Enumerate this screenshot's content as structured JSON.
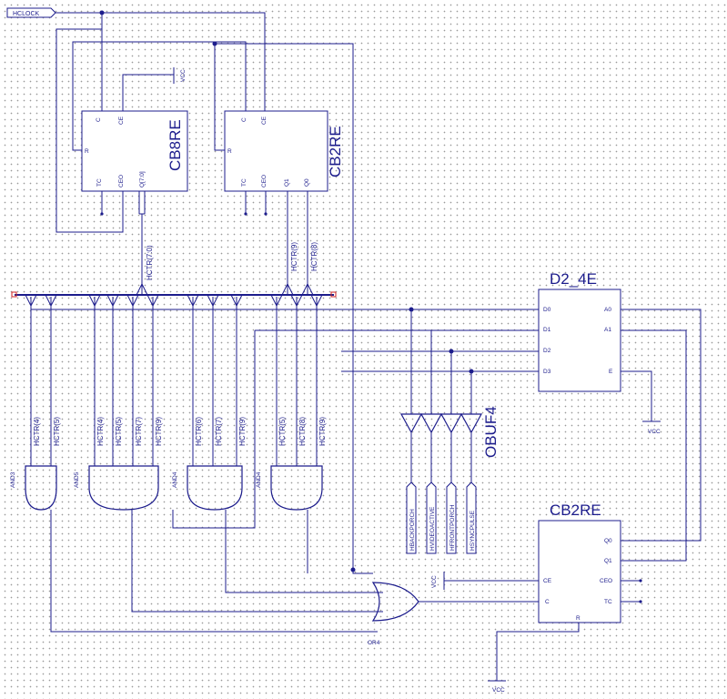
{
  "colors": {
    "wire": "#1c1c8c",
    "grid_dot": "#9a9a9a",
    "background": "#ffffff",
    "bus_end": "#cc2222"
  },
  "input_port": {
    "label": "HCLOCK"
  },
  "vcc_label": "VCC",
  "components": {
    "cb8re": {
      "title": "CB8RE",
      "pins": {
        "c": "C",
        "ce": "CE",
        "r": "R",
        "tc": "TC",
        "ceo": "CEO",
        "q": "Q[7:0]"
      }
    },
    "cb2re_top": {
      "title": "CB2RE",
      "pins": {
        "c": "C",
        "ce": "CE",
        "r": "R",
        "tc": "TC",
        "ceo": "CEO",
        "q1": "Q1",
        "q0": "Q0"
      }
    },
    "d2_4e": {
      "title": "D2_4E",
      "pins": {
        "d0": "D0",
        "d1": "D1",
        "d2": "D2",
        "d3": "D3",
        "a0": "A0",
        "a1": "A1",
        "e": "E"
      }
    },
    "obuf4": {
      "title": "OBUF4"
    },
    "cb2re_bottom": {
      "title": "CB2RE",
      "pins": {
        "ce": "CE",
        "c": "C",
        "r": "R",
        "q0": "Q0",
        "q1": "Q1",
        "ceo": "CEO",
        "tc": "TC"
      }
    },
    "or4": {
      "label": "OR4"
    }
  },
  "bus": {
    "hctr_bus": "HCTR(7:0)",
    "hctr9": "HCTR(9)",
    "hctr8": "HCTR(8)"
  },
  "and_gates": [
    {
      "label": "AND3",
      "inputs": [
        "HCTR(4)",
        "HCTR(5)"
      ]
    },
    {
      "label": "AND5",
      "inputs": [
        "HCTR(4)",
        "HCTR(5)",
        "HCTR(7)",
        "HCTR(9)"
      ]
    },
    {
      "label": "AND4",
      "inputs": [
        "HCTR(6)",
        "HCTR(7)",
        "HCTR(9)"
      ]
    },
    {
      "label": "AND4",
      "inputs": [
        "HCTR(5)",
        "HCTR(8)",
        "HCTR(9)"
      ]
    }
  ],
  "outputs": [
    "HBACKPORCH",
    "HVIDEOACTIVE",
    "HFRONTPORCH",
    "HSYNCPULSE"
  ]
}
